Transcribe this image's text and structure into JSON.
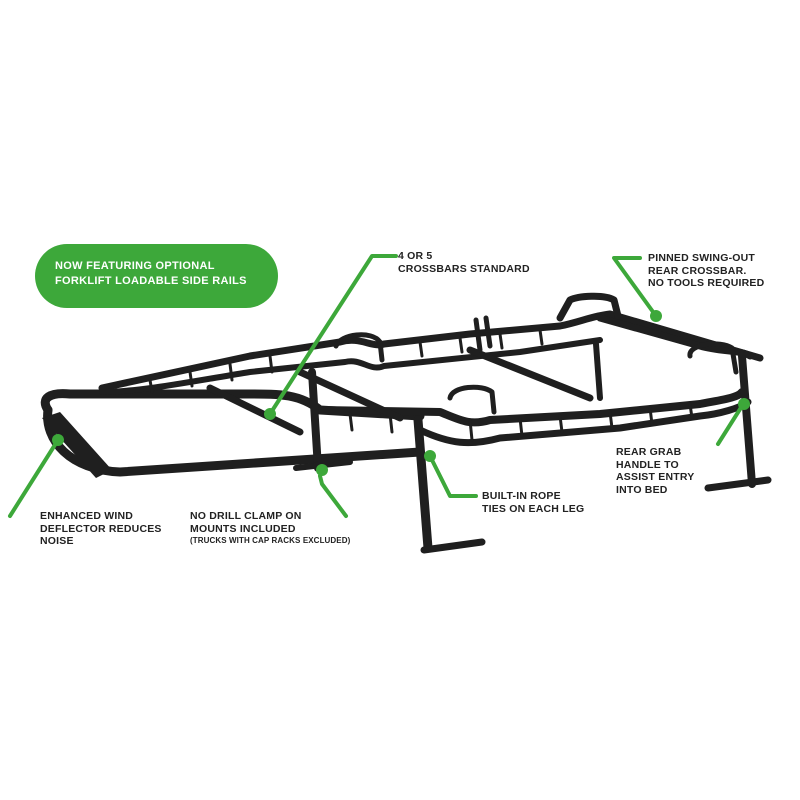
{
  "colors": {
    "accent": "#3da83a",
    "rack": "#1f1f1f",
    "text": "#222222",
    "background": "#ffffff"
  },
  "badge": {
    "lines": [
      "NOW FEATURING OPTIONAL",
      "FORKLIFT LOADABLE SIDE RAILS"
    ]
  },
  "callouts": {
    "crossbars": {
      "lines": [
        "4 OR 5",
        "CROSSBARS STANDARD"
      ]
    },
    "swing_out": {
      "lines": [
        "PINNED SWING-OUT",
        "REAR CROSSBAR.",
        "NO TOOLS REQUIRED"
      ]
    },
    "grab_handle": {
      "lines": [
        "REAR GRAB",
        "HANDLE TO",
        "ASSIST ENTRY",
        "INTO BED"
      ]
    },
    "rope_ties": {
      "lines": [
        "BUILT-IN ROPE",
        "TIES ON EACH LEG"
      ]
    },
    "clamp_mounts": {
      "lines": [
        "NO DRILL CLAMP ON",
        "MOUNTS INCLUDED"
      ],
      "note": "(TRUCKS WITH CAP RACKS EXCLUDED)"
    },
    "wind_deflector": {
      "lines": [
        "ENHANCED WIND",
        "DEFLECTOR REDUCES",
        "NOISE"
      ]
    }
  }
}
